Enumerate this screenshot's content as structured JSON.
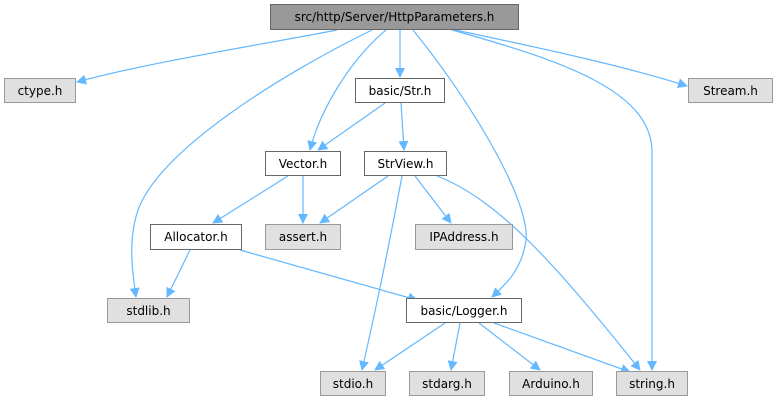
{
  "diagram": {
    "type": "include-dependency-graph",
    "edge_color": "#63b8ff",
    "colors": {
      "root_fill": "#999999",
      "local_fill": "#ffffff",
      "system_fill": "#e0e0e0",
      "border": "#666666"
    },
    "nodes": [
      {
        "id": "root",
        "label": "src/http/Server/HttpParameters.h",
        "kind": "root"
      },
      {
        "id": "ctype",
        "label": "ctype.h",
        "kind": "system"
      },
      {
        "id": "str",
        "label": "basic/Str.h",
        "kind": "local"
      },
      {
        "id": "stream",
        "label": "Stream.h",
        "kind": "system"
      },
      {
        "id": "vector",
        "label": "Vector.h",
        "kind": "local"
      },
      {
        "id": "strview",
        "label": "StrView.h",
        "kind": "local"
      },
      {
        "id": "allocator",
        "label": "Allocator.h",
        "kind": "local"
      },
      {
        "id": "assert",
        "label": "assert.h",
        "kind": "system"
      },
      {
        "id": "ipaddress",
        "label": "IPAddress.h",
        "kind": "system"
      },
      {
        "id": "stdlib",
        "label": "stdlib.h",
        "kind": "system"
      },
      {
        "id": "logger",
        "label": "basic/Logger.h",
        "kind": "local"
      },
      {
        "id": "stdio",
        "label": "stdio.h",
        "kind": "system"
      },
      {
        "id": "stdarg",
        "label": "stdarg.h",
        "kind": "system"
      },
      {
        "id": "arduino",
        "label": "Arduino.h",
        "kind": "system"
      },
      {
        "id": "string",
        "label": "string.h",
        "kind": "system"
      }
    ],
    "edges": [
      {
        "from": "root",
        "to": "ctype"
      },
      {
        "from": "root",
        "to": "stdlib"
      },
      {
        "from": "root",
        "to": "vector"
      },
      {
        "from": "root",
        "to": "str"
      },
      {
        "from": "root",
        "to": "logger"
      },
      {
        "from": "root",
        "to": "string"
      },
      {
        "from": "root",
        "to": "stream"
      },
      {
        "from": "str",
        "to": "vector"
      },
      {
        "from": "str",
        "to": "strview"
      },
      {
        "from": "vector",
        "to": "allocator"
      },
      {
        "from": "vector",
        "to": "assert"
      },
      {
        "from": "strview",
        "to": "assert"
      },
      {
        "from": "strview",
        "to": "stdio"
      },
      {
        "from": "strview",
        "to": "ipaddress"
      },
      {
        "from": "strview",
        "to": "string"
      },
      {
        "from": "allocator",
        "to": "stdlib"
      },
      {
        "from": "allocator",
        "to": "logger"
      },
      {
        "from": "logger",
        "to": "stdio"
      },
      {
        "from": "logger",
        "to": "stdarg"
      },
      {
        "from": "logger",
        "to": "arduino"
      },
      {
        "from": "logger",
        "to": "string"
      }
    ]
  }
}
